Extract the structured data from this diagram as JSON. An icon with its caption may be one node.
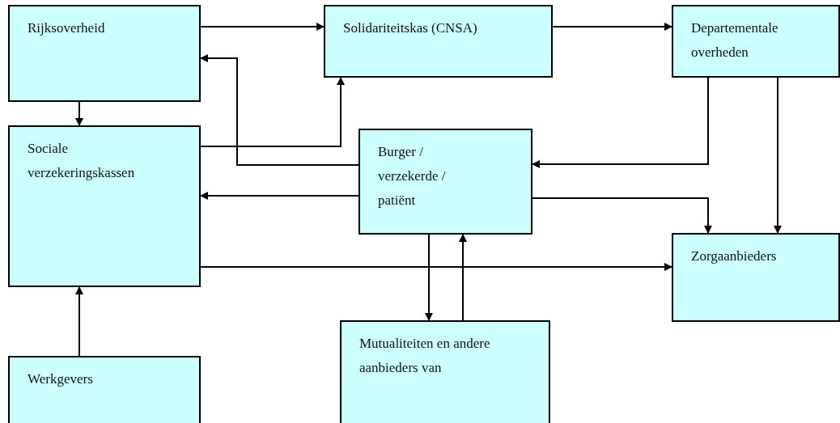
{
  "diagram": {
    "nodes": [
      {
        "text": [
          "Rijksoverheid"
        ]
      },
      {
        "text": [
          "Solidariteitskas (CNSA)"
        ]
      },
      {
        "text": [
          "Departementale overheden"
        ]
      },
      {
        "text": [
          "Sociale verzekeringskassen"
        ]
      },
      {
        "text": [
          "Burger / verzekerde / patiënt"
        ]
      },
      {
        "text": [
          "Zorgaanbieders"
        ]
      },
      {
        "text": [
          "Mutualiteiten en andere aanbieders van"
        ]
      },
      {
        "text": [
          "Werkgevers"
        ]
      }
    ],
    "edges": [
      {
        "from": 0,
        "to": 1,
        "arrow": "to"
      },
      {
        "from": 1,
        "to": 2,
        "arrow": "to"
      },
      {
        "from": 0,
        "to": 3,
        "arrow": "to"
      },
      {
        "from": 3,
        "to": 1,
        "arrow": "to"
      },
      {
        "from": 4,
        "to": 0,
        "arrow": "to"
      },
      {
        "from": 2,
        "to": 4,
        "arrow": "to"
      },
      {
        "from": 2,
        "to": 5,
        "arrow": "to"
      },
      {
        "from": 4,
        "to": 3,
        "arrow": "to"
      },
      {
        "from": 4,
        "to": 5,
        "arrow": "to"
      },
      {
        "from": 3,
        "to": 5,
        "arrow": "to"
      },
      {
        "from": 4,
        "to": 6,
        "arrow": "to"
      },
      {
        "from": 6,
        "to": 4,
        "arrow": "to"
      },
      {
        "from": 7,
        "to": 3,
        "arrow": "to"
      }
    ]
  }
}
